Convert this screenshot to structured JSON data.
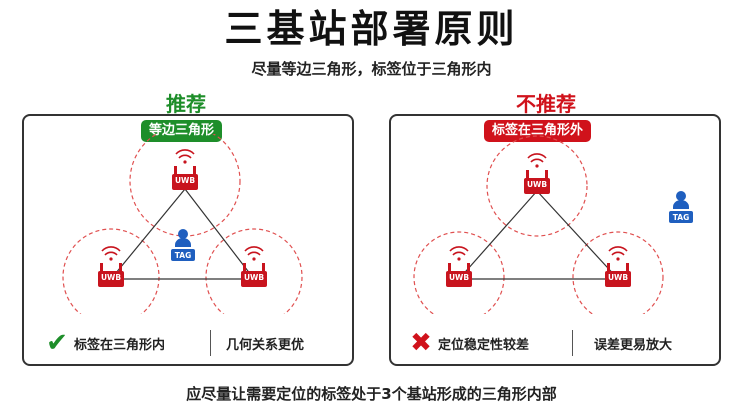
{
  "title": "三基站部署原则",
  "subtitle": "尽量等边三角形，标签位于三角形内",
  "left": {
    "verdict": "推荐",
    "badge": "等边三角形",
    "accent": "#1e8e2a",
    "anchors": [
      "UWB",
      "UWB",
      "UWB"
    ],
    "tag": "TAG",
    "check_icon": "check-icon",
    "point1": "标签在三角形内",
    "point2": "几何关系更优"
  },
  "right": {
    "verdict": "不推荐",
    "badge": "标签在三角形外",
    "accent": "#d0121b",
    "anchors": [
      "UWB",
      "UWB",
      "UWB"
    ],
    "tag": "TAG",
    "cross_icon": "cross-icon",
    "point1": "定位稳定性较差",
    "point2": "误差更易放大"
  },
  "footer": "应尽量让需要定位的标签处于3个基站形成的三角形内部",
  "colors": {
    "anchor_red": "#c8141e",
    "tag_blue": "#1f5fbf",
    "range_circle": "#e05050"
  }
}
